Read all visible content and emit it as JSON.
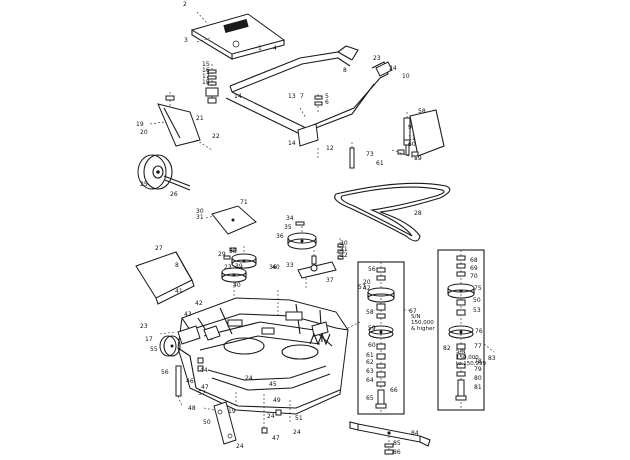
{
  "callouts": [
    "2",
    "1",
    "3",
    "4",
    "15",
    "16",
    "17",
    "18",
    "14",
    "13",
    "8",
    "23",
    "24",
    "10",
    "7",
    "5",
    "6",
    "19",
    "20",
    "21",
    "22",
    "12",
    "14",
    "73",
    "9",
    "11",
    "60",
    "61",
    "59",
    "58",
    "25",
    "26",
    "28",
    "71",
    "30",
    "31",
    "34",
    "35",
    "36",
    "27",
    "38",
    "29",
    "33",
    "39",
    "30",
    "31",
    "32",
    "37",
    "36",
    "40",
    "40",
    "23",
    "8",
    "41",
    "42",
    "43",
    "23",
    "17",
    "55",
    "56",
    "44",
    "46",
    "47",
    "57",
    "48",
    "45",
    "24",
    "50",
    "19",
    "49",
    "47",
    "51",
    "24",
    "24",
    "24",
    "42",
    "20",
    "56",
    "57",
    "58",
    "59",
    "60",
    "61",
    "62",
    "63",
    "64",
    "65",
    "66",
    "67",
    "68",
    "69",
    "70",
    "75",
    "50",
    "53",
    "76",
    "77",
    "78",
    "79",
    "80",
    "81",
    "82",
    "83",
    "84",
    "85",
    "86",
    "52",
    "53",
    "54"
  ],
  "panels": [
    {
      "note_lines": [
        "S/N",
        "150,000",
        "& higher"
      ]
    },
    {
      "note_lines": [
        "S/N",
        "150,000",
        "to 150,999"
      ]
    }
  ]
}
